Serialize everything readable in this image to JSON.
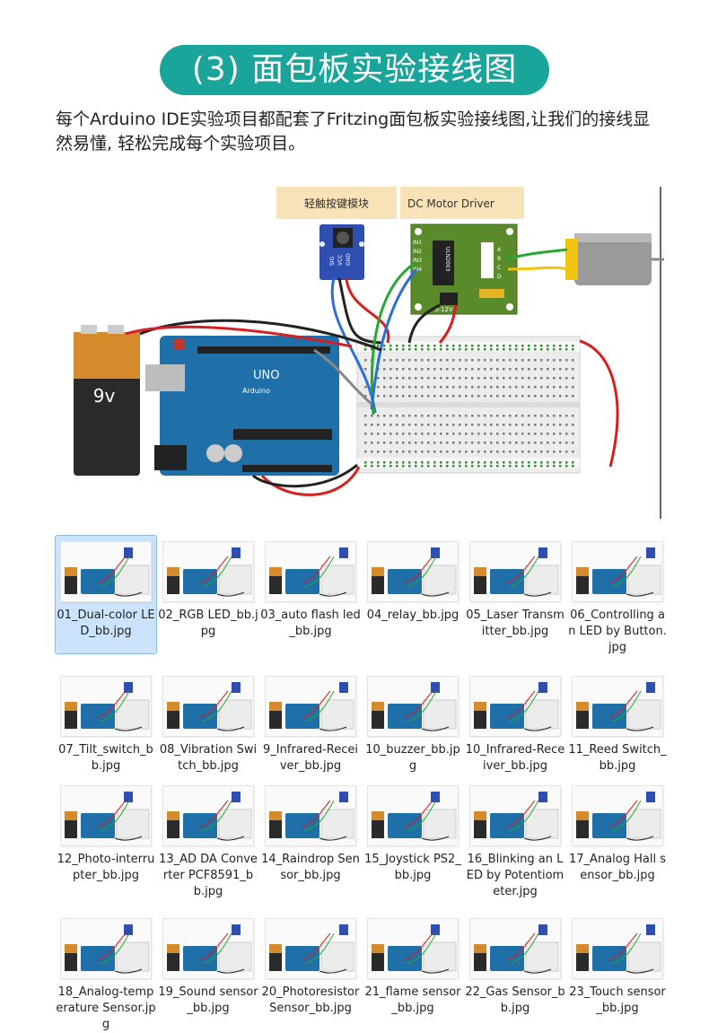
{
  "header": {
    "title": "(3) 面包板实验接线图"
  },
  "intro": {
    "text": "每个Arduino IDE实验项目都配套了Fritzing面包板实验接线图,让我们的接线显然易懂, 轻松完成每个实验项目。"
  },
  "diagram": {
    "battery_label": "9v",
    "button_module_label": "轻触按键模块",
    "motor_driver_label": "DC Motor Driver",
    "arduino_label": "UNO",
    "arduino_brand": "Arduino",
    "chip_label": "ULN2003",
    "power_label": "5-12V",
    "pin_labels": [
      "IN1",
      "IN2",
      "IN3",
      "IN4"
    ],
    "motor_pins": [
      "A",
      "B",
      "C",
      "D"
    ],
    "module_pins": [
      "SIG",
      "VCC",
      "GND"
    ]
  },
  "files": [
    {
      "name": "01_Dual-color LED_bb.jpg",
      "selected": true
    },
    {
      "name": "02_RGB LED_bb.jpg"
    },
    {
      "name": "03_auto flash led_bb.jpg"
    },
    {
      "name": "04_relay_bb.jpg"
    },
    {
      "name": "05_Laser Transmitter_bb.jpg"
    },
    {
      "name": "06_Controlling an LED by Button.jpg"
    },
    {
      "name": "07_Tilt_switch_bb.jpg"
    },
    {
      "name": "08_Vibration Switch_bb.jpg"
    },
    {
      "name": "9_Infrared-Receiver_bb.jpg"
    },
    {
      "name": "10_buzzer_bb.jpg"
    },
    {
      "name": "10_Infrared-Receiver_bb.jpg"
    },
    {
      "name": "11_Reed Switch_bb.jpg"
    },
    {
      "name": "12_Photo-interrupter_bb.jpg"
    },
    {
      "name": "13_AD DA Converter PCF8591_bb.jpg"
    },
    {
      "name": "14_Raindrop Sensor_bb.jpg"
    },
    {
      "name": "15_Joystick PS2_bb.jpg"
    },
    {
      "name": "16_Blinking an LED by Potentiometer.jpg"
    },
    {
      "name": "17_Analog Hall sensor_bb.jpg"
    },
    {
      "name": "18_Analog-temperature Sensor.jpg"
    },
    {
      "name": "19_Sound sensor_bb.jpg"
    },
    {
      "name": "20_Photoresistor Sensor_bb.jpg"
    },
    {
      "name": "21_flame sensor_bb.jpg"
    },
    {
      "name": "22_Gas Sensor_bb.jpg"
    },
    {
      "name": "23_Touch sensor_bb.jpg"
    }
  ],
  "colors": {
    "accent": "#1aa59a",
    "selection": "#cce4fb",
    "arduino": "#1f6fa8",
    "breadboard": "#ececec",
    "wire_red": "#d62020",
    "wire_black": "#222222",
    "wire_green": "#27a832",
    "wire_blue": "#2b6fd6",
    "wire_yellow": "#f1c40f"
  }
}
